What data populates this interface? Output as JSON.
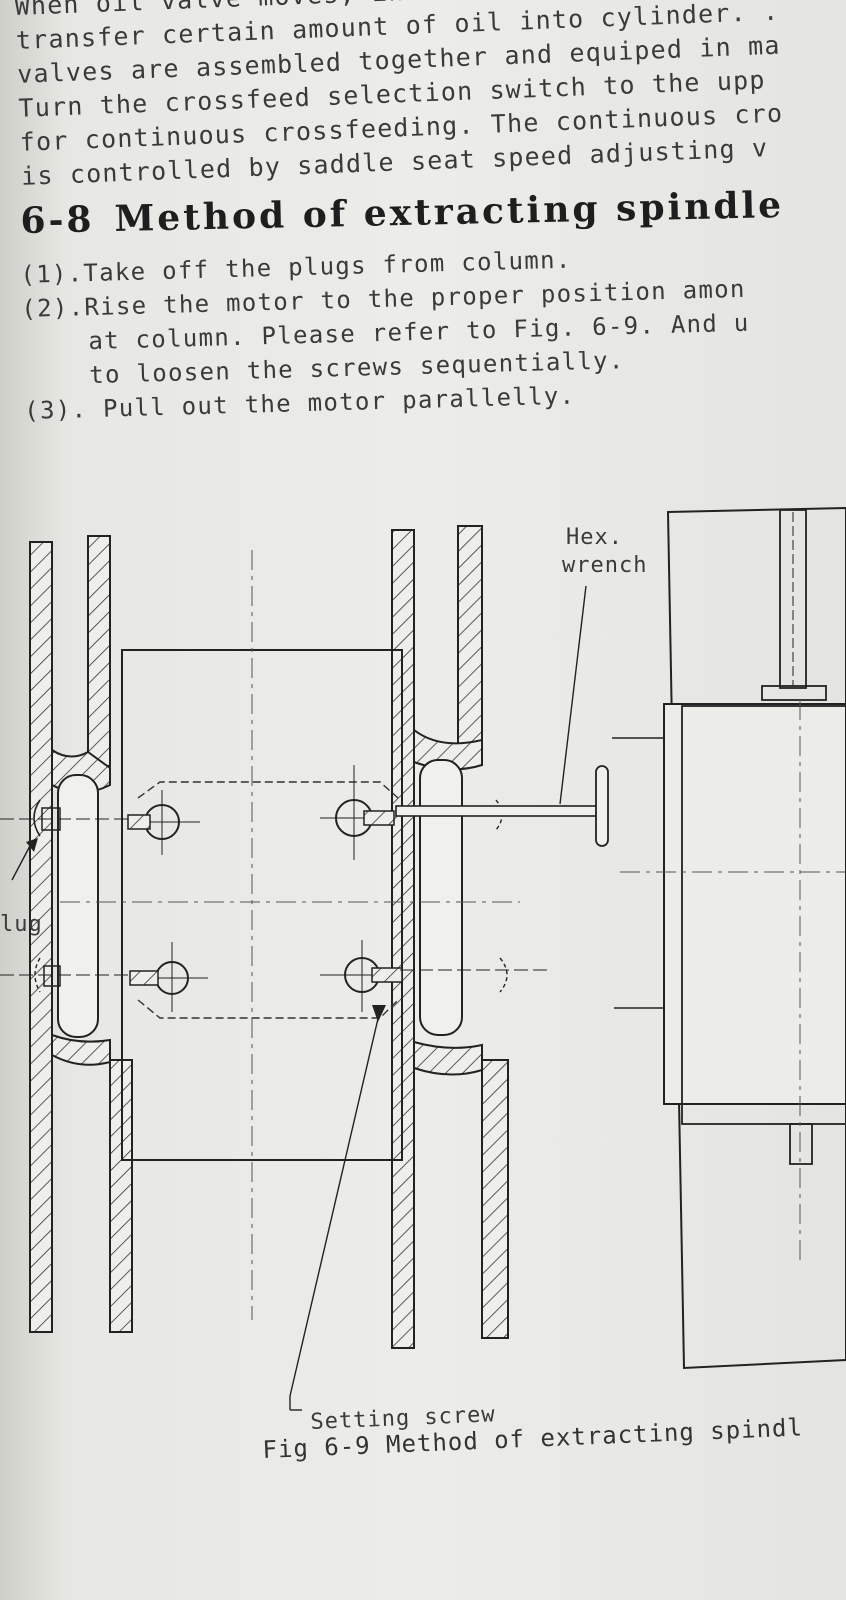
{
  "intro_lines": [
    "When oil valve moves, intermittent crossfeed co",
    "transfer certain amount of oil into cylinder. .",
    "valves are assembled together and equiped in ma",
    "Turn the crossfeed selection switch to the upp",
    "for continuous crossfeeding. The continuous cro",
    "is controlled by saddle seat speed adjusting v"
  ],
  "section": {
    "number": "6-8",
    "title": "Method of extracting spindle"
  },
  "steps": [
    {
      "line1": "(1).Take off the plugs from column."
    },
    {
      "line1": "(2).Rise the motor to the proper position amon",
      "line2": "at column. Please refer to Fig. 6-9. And u",
      "line3": "to loosen the screws sequentially."
    },
    {
      "line1": "(3). Pull out the motor parallelly."
    }
  ],
  "figure": {
    "labels": {
      "hex_1": "Hex.",
      "hex_2": "wrench",
      "plug": "lug",
      "setting_screw": "Setting screw"
    },
    "caption": "Fig 6-9 Method of extracting spindl"
  }
}
